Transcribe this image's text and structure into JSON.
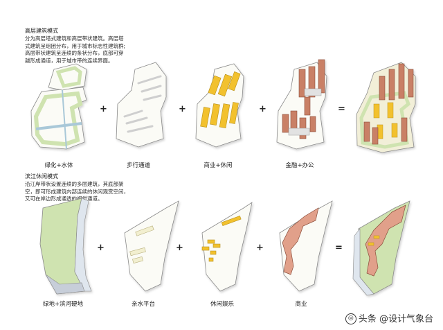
{
  "section1": {
    "title": "高层建筑模式",
    "lines": [
      "分为高层塔式建筑和高层带状建筑。高层塔",
      "式建筑呈组团分布，用于城市标志性建筑群;",
      "高层带状建筑呈连续的条状分布，底部可穿",
      "越形成通道，用于城市带的连续界面。"
    ],
    "labels": [
      "绿化+水体",
      "步行通道",
      "商业+休闲",
      "金融+办公"
    ],
    "ops": [
      "+",
      "+",
      "+",
      "="
    ]
  },
  "section2": {
    "title": "滨江休闲模式",
    "lines": [
      "沿江岸带状设置连续的多层建筑，其底部架",
      "空，即可形成建筑内部连续的休闲观赏空间，",
      "又可在岸边形成通透的视觉通道。"
    ],
    "labels": [
      "绿地+滨河硬地",
      "亲水平台",
      "休闲娱乐",
      "商业"
    ],
    "ops": [
      "+",
      "+",
      "+",
      "="
    ]
  },
  "watermark": {
    "text": "头条 @设计气象台",
    "logo_glyph": "◎"
  },
  "colors": {
    "green": "#cfe3b0",
    "water": "#a9c8d8",
    "yellow": "#f2c12e",
    "brick": "#c98066",
    "salmon": "#e1a08a",
    "pale": "#f2efd8"
  }
}
